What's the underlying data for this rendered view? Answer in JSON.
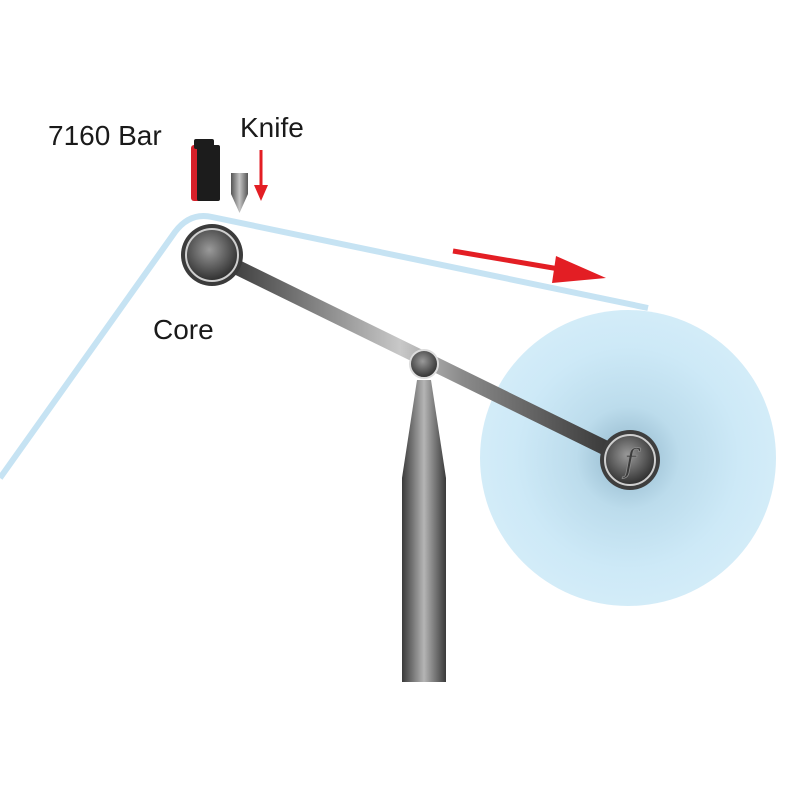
{
  "labels": {
    "bar": "7160 Bar",
    "knife": "Knife",
    "core": "Core"
  },
  "colors": {
    "film": "#c6e3f3",
    "roll_center": "#8fb4c9",
    "arrow": "#e31e24",
    "bar_red": "#d7202a",
    "metal_dark": "#3c3c3c",
    "metal_light": "#c9c9c9"
  },
  "roll_logo": "f"
}
